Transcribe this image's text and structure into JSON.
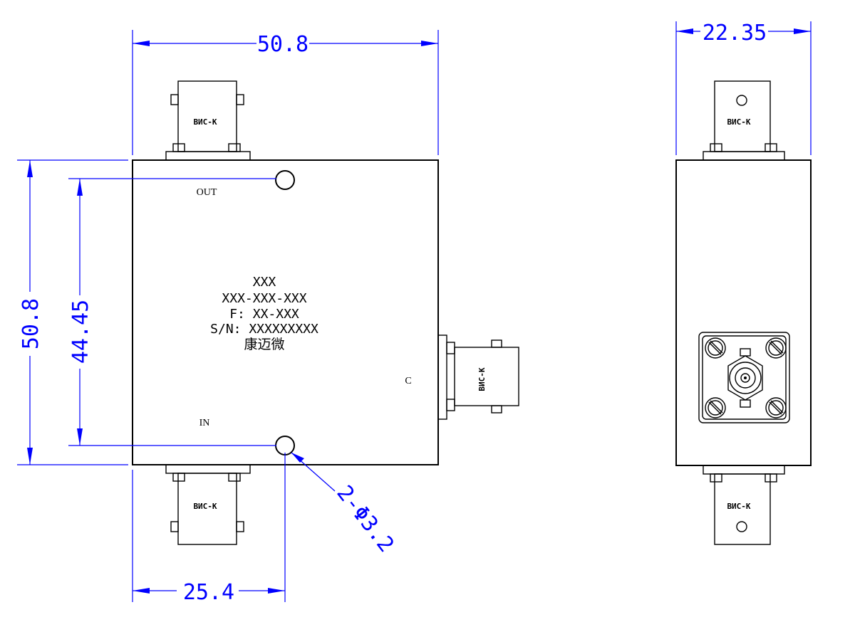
{
  "dimensions": {
    "top_width": "50.8",
    "left_height": "50.8",
    "hole_spacing": "44.45",
    "bottom_offset": "25.4",
    "side_width": "22.35",
    "hole_callout": "2-Φ3.2"
  },
  "ports": {
    "out": "OUT",
    "in": "IN",
    "coupled": "C"
  },
  "connector_label": "ВИС-К",
  "marking": {
    "line1": "XXX",
    "line2": "XXX-XXX-XXX",
    "line3": "F: XX-XXX",
    "line4": "S/N: XXXXXXXXX",
    "line5": "康迈微"
  }
}
